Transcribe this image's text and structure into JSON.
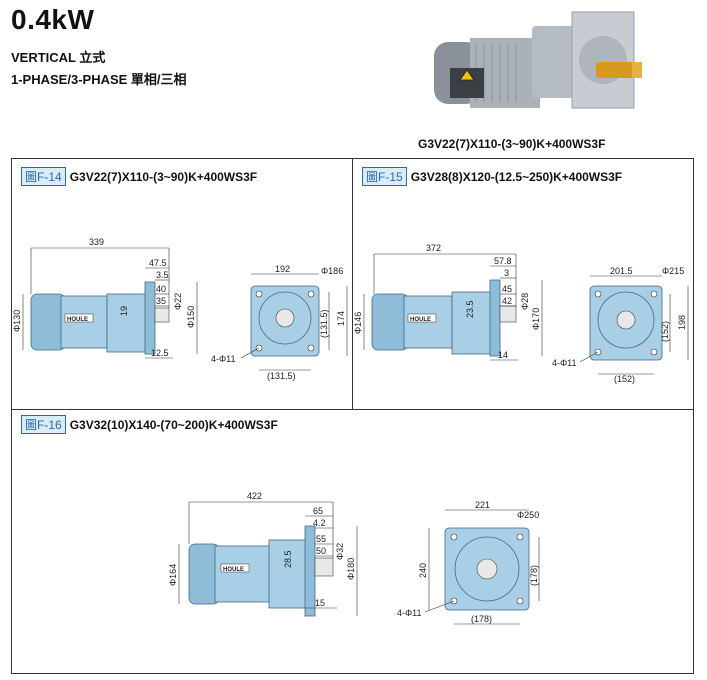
{
  "header": {
    "power": "0.4kW",
    "mount": "VERTICAL 立式",
    "phase": "1-PHASE/3-PHASE 單相/三相"
  },
  "product": {
    "caption": "G3V22(7)X110-(3~90)K+400WS3F"
  },
  "panels": [
    {
      "tag": "圖F-14",
      "model": "G3V22(7)X110-(3~90)K+400WS3F",
      "side": {
        "overall": "339",
        "d1": "47.5",
        "d2": "3.5",
        "d3": "40",
        "d4": "35",
        "d5": "12.5",
        "height": "Φ130",
        "shaft_h": "19",
        "phi22": "Φ22",
        "phi150": "Φ150"
      },
      "front": {
        "top": "192",
        "phi_outer": "Φ186",
        "inner_v": "(131.5)",
        "height": "174",
        "bottom": "(131.5)",
        "holes": "4-Φ11"
      }
    },
    {
      "tag": "圖F-15",
      "model": "G3V28(8)X120-(12.5~250)K+400WS3F",
      "side": {
        "overall": "372",
        "d1": "57.8",
        "d2": "3",
        "d3": "45",
        "d4": "42",
        "d5": "14",
        "height": "Φ146",
        "shaft_h": "23.5",
        "phi22": "Φ28",
        "phi150": "Φ170"
      },
      "front": {
        "top": "201.5",
        "phi_outer": "Φ215",
        "inner_v": "(152)",
        "height": "198",
        "bottom": "(152)",
        "holes": "4-Φ11"
      }
    },
    {
      "tag": "圖F-16",
      "model": "G3V32(10)X140-(70~200)K+400WS3F",
      "side": {
        "overall": "422",
        "d1": "65",
        "d2": "4.2",
        "d3": "55",
        "d4": "50",
        "d5": "15",
        "height": "Φ164",
        "shaft_h": "28.5",
        "phi22": "Φ32",
        "phi150": "Φ180"
      },
      "front": {
        "top": "221",
        "phi_outer": "Φ250",
        "inner_v": "(178)",
        "height": "240",
        "bottom": "(178)",
        "holes": "4-Φ11"
      }
    }
  ],
  "brand_plate": "HOULE"
}
